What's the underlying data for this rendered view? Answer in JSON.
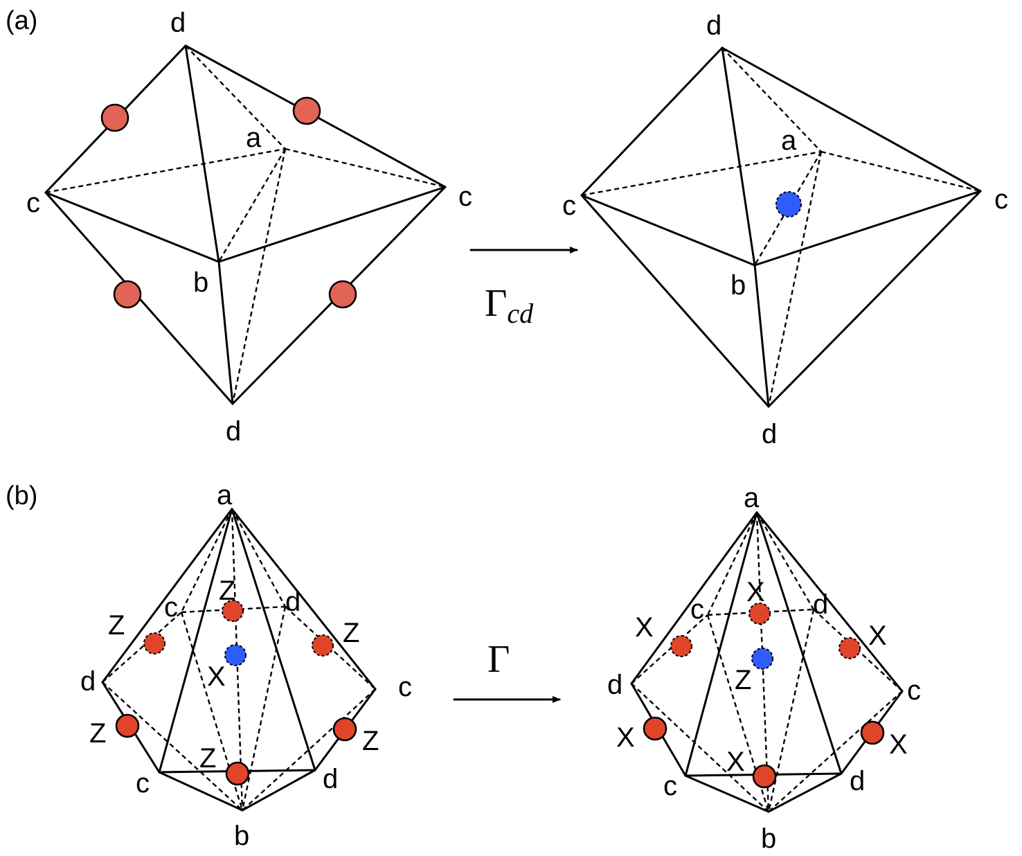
{
  "panel_a": {
    "label": "(a)",
    "operator": {
      "base": "Γ",
      "subscript": "cd"
    },
    "left": {
      "vertex_labels": {
        "d_top": "d",
        "a": "a",
        "c_left": "c",
        "c_right": "c",
        "b": "b",
        "d_bottom": "d"
      }
    },
    "right": {
      "vertex_labels": {
        "d_top": "d",
        "a": "a",
        "c_left": "c",
        "c_right": "c",
        "b": "b",
        "d_bottom": "d"
      }
    }
  },
  "panel_b": {
    "label": "(b)",
    "operator": {
      "base": "Γ"
    },
    "left": {
      "vertex_labels": {
        "a": "a",
        "c_back": "c",
        "d_back": "d",
        "d_left": "d",
        "c_right": "c",
        "c_front": "c",
        "d_front": "d",
        "b": "b"
      },
      "site_labels": [
        "Z",
        "Z",
        "Z",
        "X",
        "Z",
        "Z",
        "Z"
      ]
    },
    "right": {
      "vertex_labels": {
        "a": "a",
        "c_back": "c",
        "d_back": "d",
        "d_left": "d",
        "c_right": "c",
        "c_front": "c",
        "d_front": "d",
        "b": "b"
      },
      "site_labels": [
        "X",
        "X",
        "X",
        "Z",
        "X",
        "X",
        "X"
      ]
    }
  },
  "colors": {
    "red_site": "#e26456",
    "red_site_b": "#e0452a",
    "blue_site": "#2f5cff"
  }
}
